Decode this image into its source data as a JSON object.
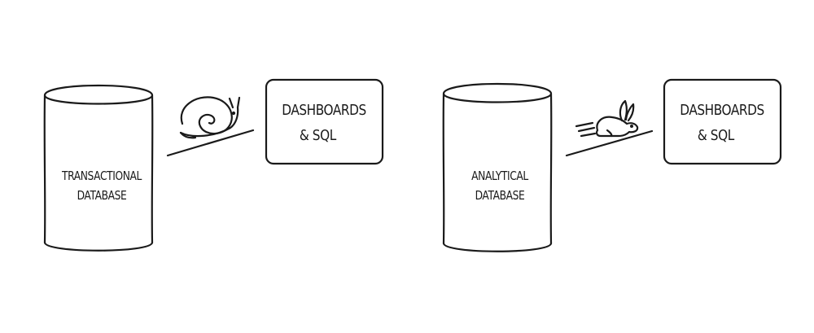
{
  "left_panel": {
    "database": {
      "line1": "TRANSACTIONAL",
      "line2": "DATABASE"
    },
    "speed_icon": "snail-icon",
    "target": {
      "line1": "DASHBOARDS",
      "line2": "& SQL"
    }
  },
  "right_panel": {
    "database": {
      "line1": "ANALYTICAL",
      "line2": "DATABASE"
    },
    "speed_icon": "rabbit-icon",
    "target": {
      "line1": "DASHBOARDS",
      "line2": "& SQL"
    }
  },
  "colors": {
    "stroke": "#1a1a1a",
    "background": "#ffffff"
  }
}
